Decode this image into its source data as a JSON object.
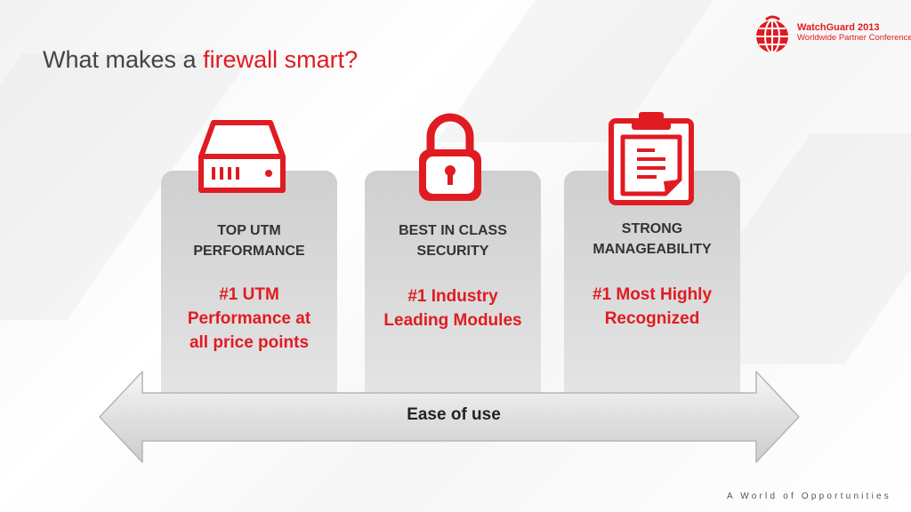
{
  "title": {
    "prefix": "What makes a ",
    "highlight": "firewall smart?"
  },
  "logo": {
    "line1": "WatchGuard 2013",
    "line2": "Worldwide Partner Conference"
  },
  "cards": [
    {
      "icon": "server-appliance-icon",
      "heading_lines": [
        "TOP UTM",
        "PERFORMANCE"
      ],
      "highlight_lines": [
        "#1 UTM",
        "Performance at",
        "all price points"
      ]
    },
    {
      "icon": "padlock-icon",
      "heading_lines": [
        "BEST IN CLASS",
        "SECURITY"
      ],
      "highlight_lines": [
        "#1 Industry",
        "Leading Modules"
      ]
    },
    {
      "icon": "clipboard-icon",
      "heading_lines": [
        "STRONG",
        "MANAGEABILITY"
      ],
      "highlight_lines": [
        "#1 Most Highly",
        "Recognized"
      ]
    }
  ],
  "ease_label": "Ease of use",
  "tagline": "A World of Opportunities",
  "colors": {
    "accent": "#e01b22",
    "text": "#333333"
  }
}
